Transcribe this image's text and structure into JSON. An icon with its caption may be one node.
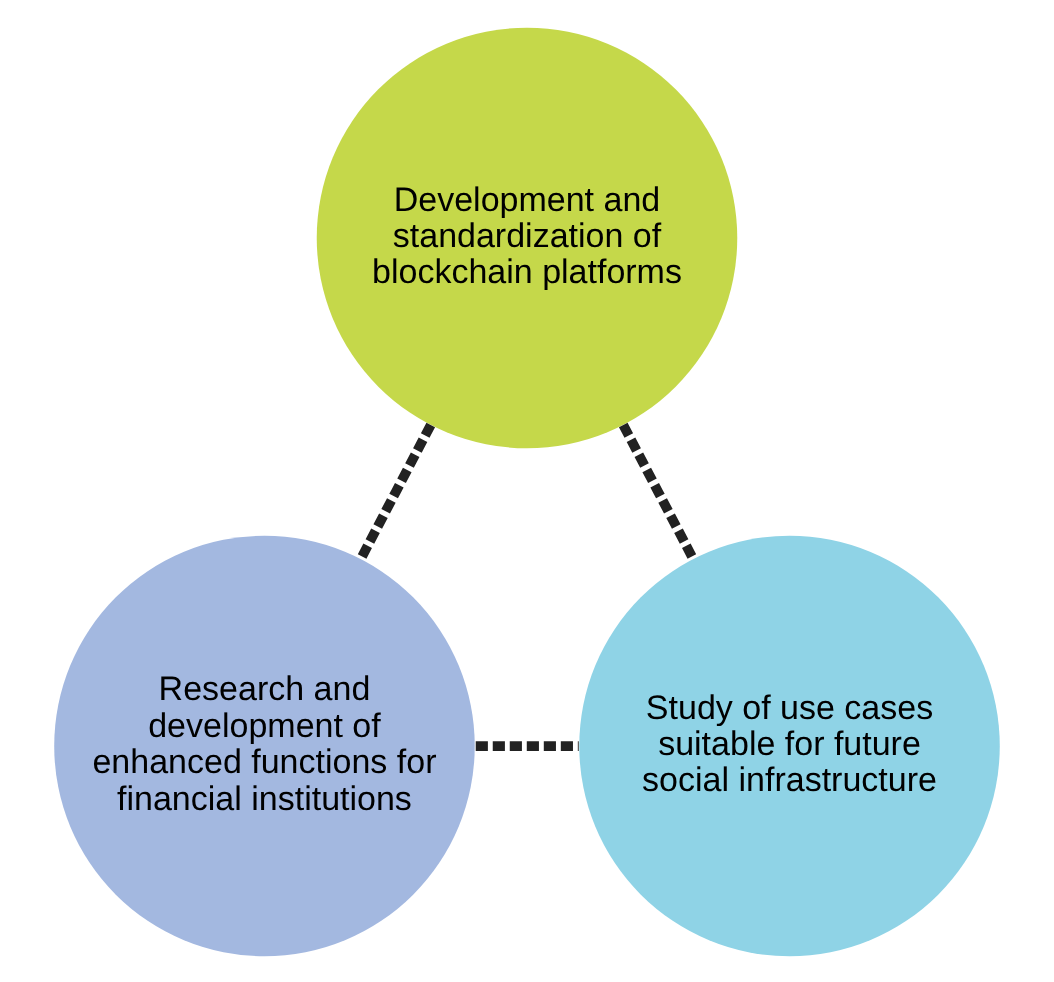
{
  "diagram": {
    "nodes": [
      {
        "text": [
          "Development and standardization of blockchain platforms"
        ]
      },
      {
        "text": [
          "Research and development of enhanced functions for financial institutions"
        ]
      },
      {
        "text": [
          "Study of use cases suitable for future social infrastructure"
        ]
      }
    ],
    "edges": [
      {
        "from": 0,
        "to": 1,
        "arrow": "none",
        "style": "dashed"
      },
      {
        "from": 0,
        "to": 2,
        "arrow": "none",
        "style": "dashed"
      },
      {
        "from": 1,
        "to": 2,
        "arrow": "none",
        "style": "dashed"
      }
    ]
  }
}
